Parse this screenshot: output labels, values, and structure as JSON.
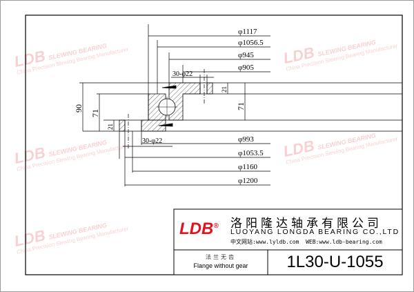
{
  "watermark": {
    "logo": "LDB",
    "text": "SLEWING BEARING",
    "sub": "China Precision Slewing Bearing Manufacturer"
  },
  "dimensions": {
    "top": [
      "φ1117",
      "φ1056.5",
      "φ945",
      "φ905"
    ],
    "bottom": [
      "φ993",
      "φ1053.5",
      "φ1160",
      "φ1200"
    ],
    "holes_upper": "30-φ22",
    "holes_lower": "30-φ22",
    "height_total": "90",
    "height_left": "71",
    "height_right": "71",
    "flange_upper": "21",
    "flange_lower": "21"
  },
  "title_block": {
    "logo": "LDB",
    "company_cn": "洛阳隆达轴承有限公司",
    "company_en": "LUOYANG LONGDA BEARING CO.,LTD",
    "web_cn_label": "中文网站:",
    "web_cn": "www.lyldb.com",
    "web_en_label": "WEB:",
    "web_en": "www.ldb-bearing.com",
    "desc_cn": "法兰无齿",
    "desc_en": "Flange without gear",
    "model": "1L30-U-1055"
  },
  "colors": {
    "logo": "#e0141e",
    "line": "#000000"
  }
}
